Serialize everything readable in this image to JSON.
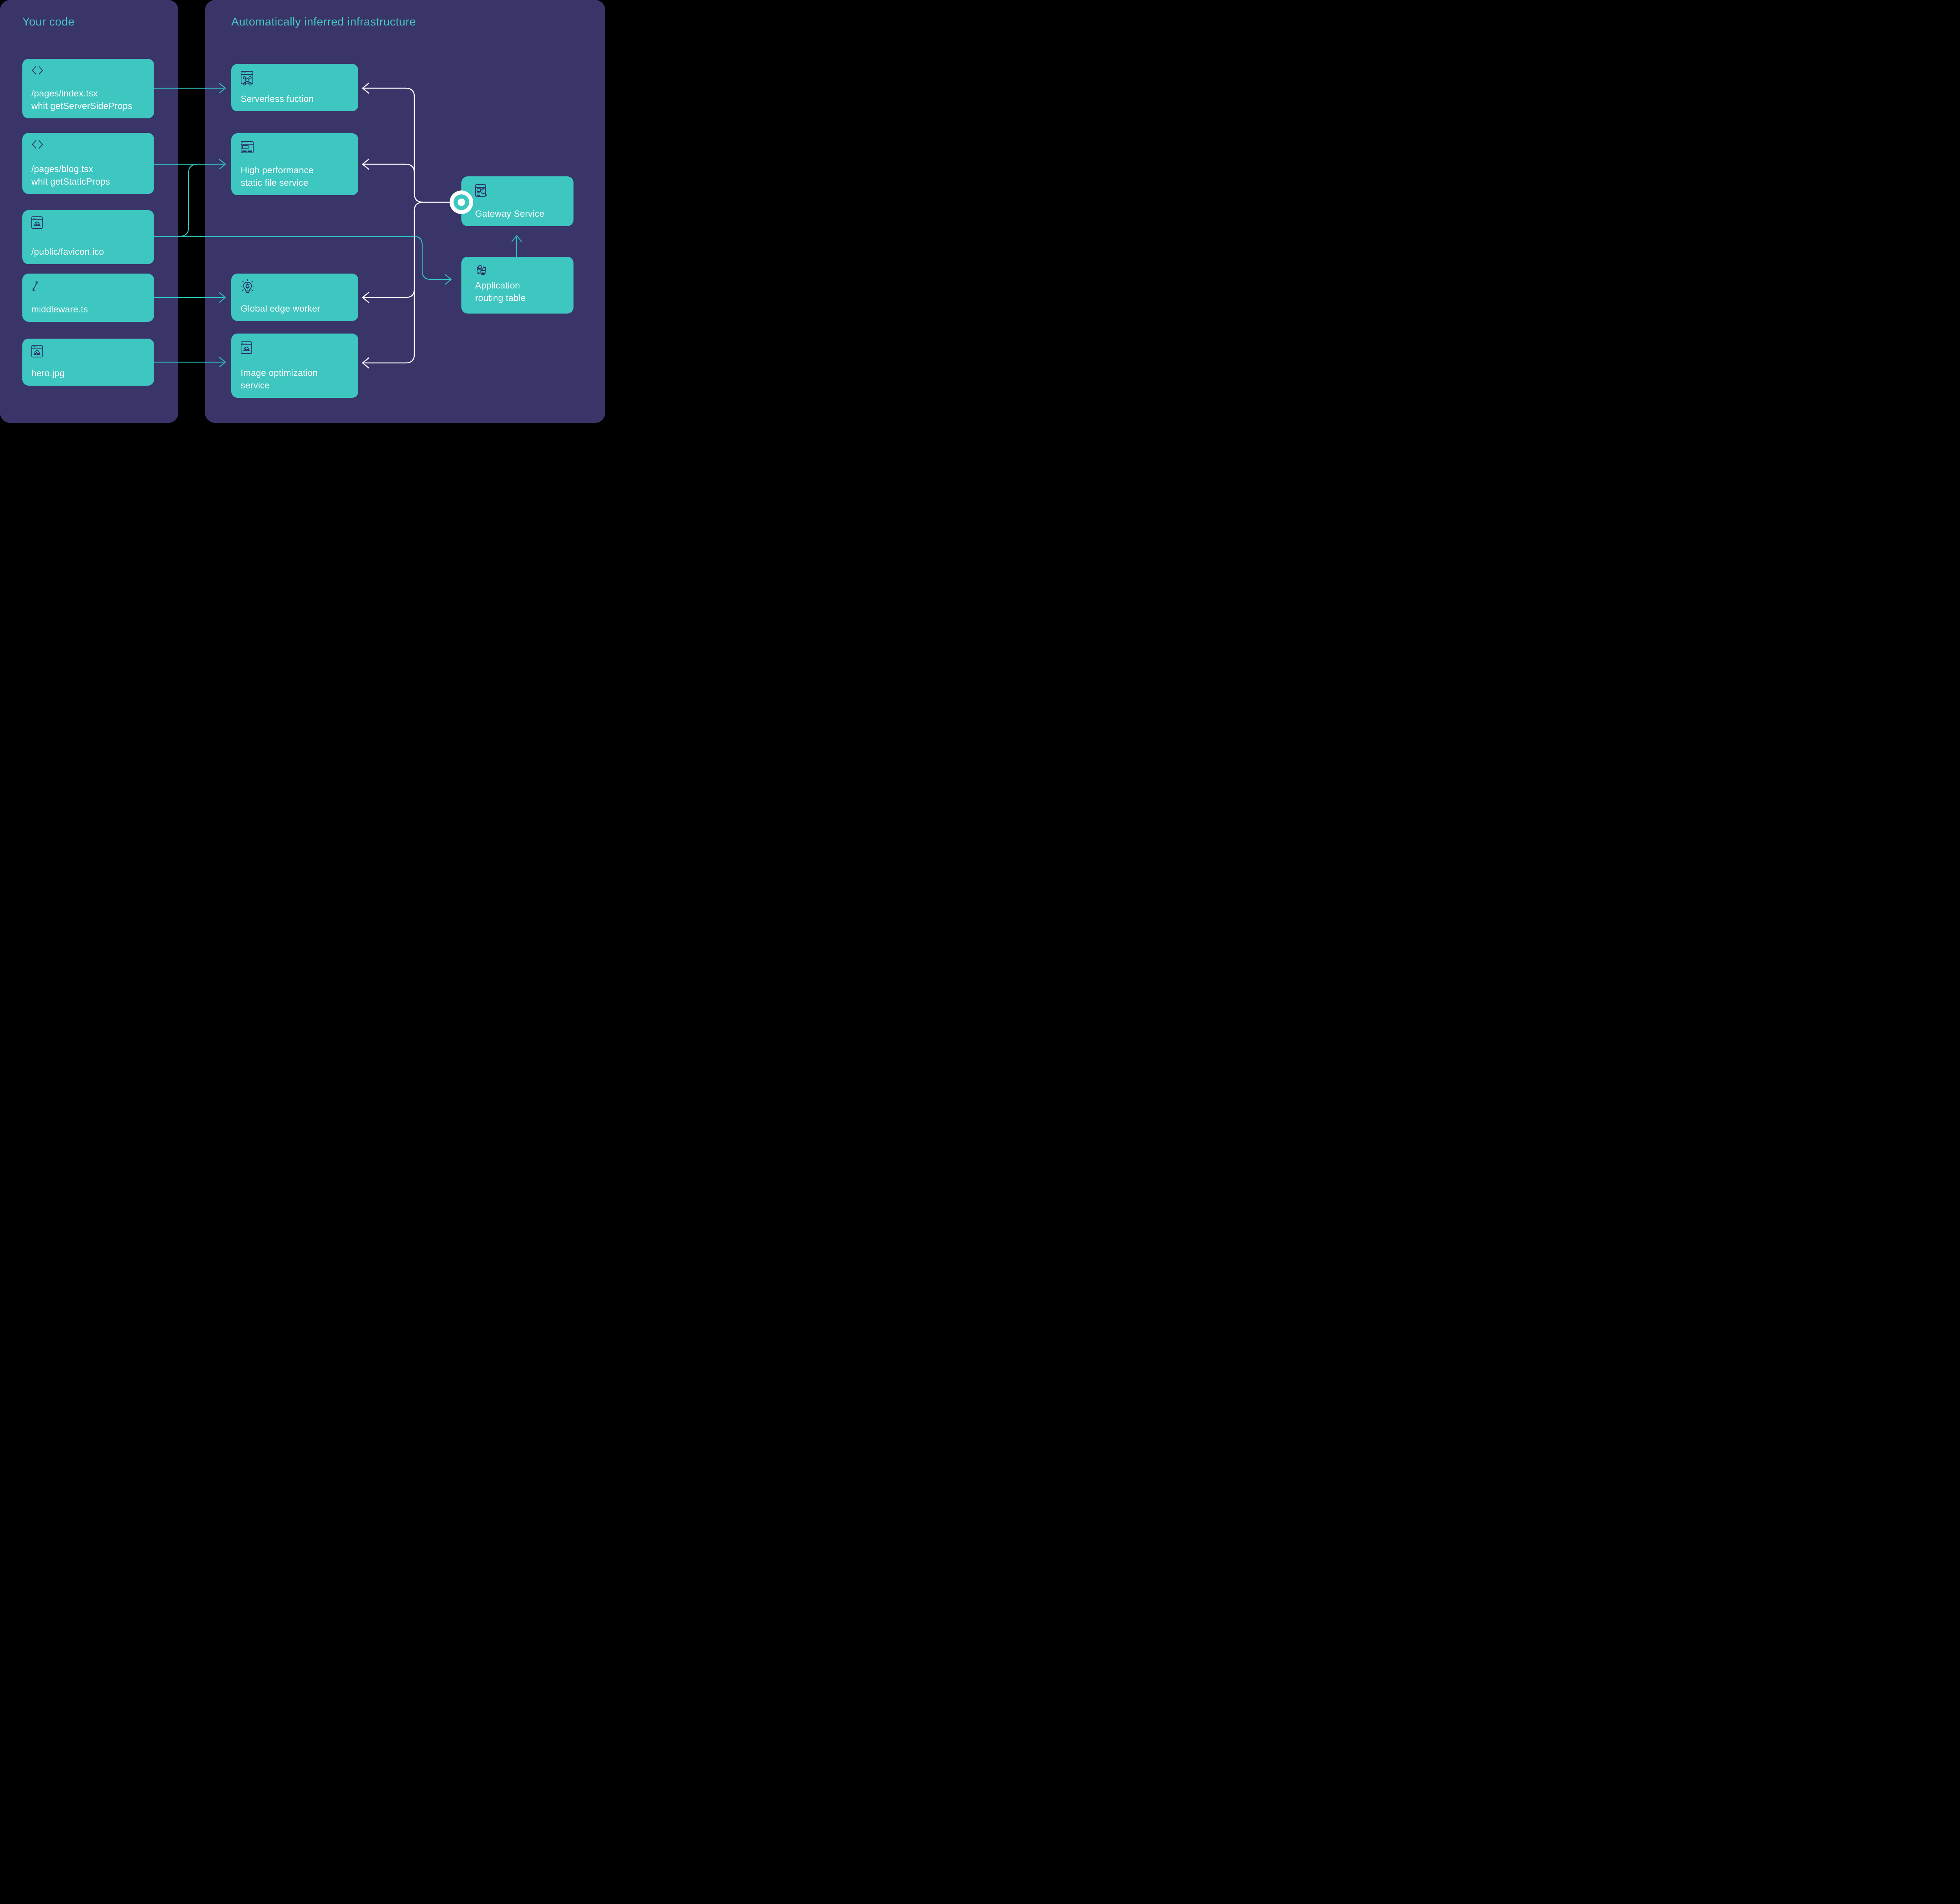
{
  "titles": {
    "left": "Your code",
    "right": "Automatically inferred infrastructure"
  },
  "code_boxes": [
    {
      "icon": "code-icon",
      "lines": [
        "/pages/index.tsx",
        "whit getServerSideProps"
      ]
    },
    {
      "icon": "code-icon",
      "lines": [
        "/pages/blog.tsx",
        "whit getStaticProps"
      ]
    },
    {
      "icon": "browser-image-icon",
      "lines": [
        "/public/favicon.ico"
      ]
    },
    {
      "icon": "transfer-arrows-icon",
      "lines": [
        "middleware.ts"
      ]
    },
    {
      "icon": "browser-image-icon",
      "lines": [
        "hero.jpg"
      ]
    }
  ],
  "infra_boxes": [
    {
      "icon": "browser-network-icon",
      "lines": [
        "Serverless fuction"
      ]
    },
    {
      "icon": "browser-document-icon",
      "lines": [
        "High performance",
        "static file service"
      ]
    },
    {
      "icon": "lightbulb-icon",
      "lines": [
        "Global edge worker"
      ]
    },
    {
      "icon": "browser-image-icon",
      "lines": [
        "Image optimization",
        "service"
      ]
    }
  ],
  "gateway": {
    "icon": "browser-search-icon",
    "label": "Gateway Service"
  },
  "routing": {
    "icon": "user-device-sync-icon",
    "lines": [
      "Application",
      "routing table"
    ]
  },
  "colors": {
    "background": "#000000",
    "panel": "#3A3569",
    "node_teal": "#3EC6C1",
    "heading_teal": "#45C8C2",
    "line_teal": "#2FC4BD",
    "line_white": "#FFFFFF",
    "icon_navy": "#2B2861",
    "text_white": "#FFFFFF"
  }
}
